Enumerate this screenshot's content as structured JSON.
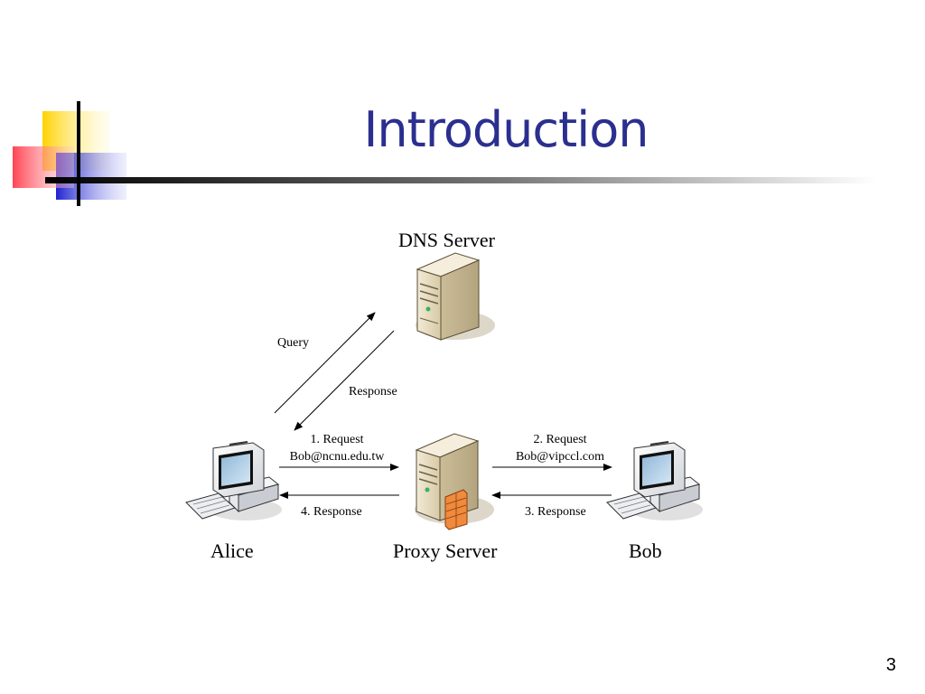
{
  "slide": {
    "title": "Introduction",
    "page_number": "3"
  },
  "diagram": {
    "nodes": {
      "dns_server": "DNS Server",
      "proxy_server": "Proxy Server",
      "alice": "Alice",
      "bob": "Bob"
    },
    "edges": {
      "query": "Query",
      "dns_response": "Response",
      "request1_line1": "1. Request",
      "request1_line2": "Bob@ncnu.edu.tw",
      "request2_line1": "2. Request",
      "request2_line2": "Bob@vipccl.com",
      "response3": "3. Response",
      "response4": "4. Response"
    }
  },
  "colors": {
    "title": "#2b2f8f",
    "deco_yellow": "#ffd200",
    "deco_red": "#ff4d5e",
    "deco_blue": "#2b2fd6",
    "server_body": "#e8dcc0",
    "firewall": "#f08a3c"
  }
}
